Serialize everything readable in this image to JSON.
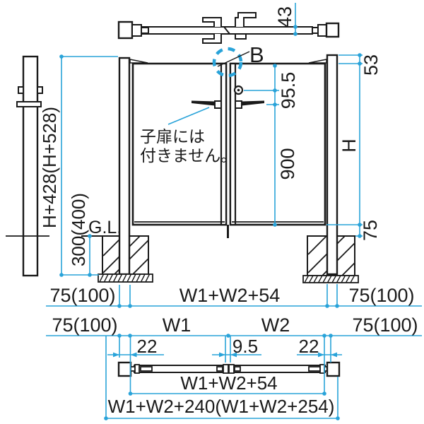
{
  "colors": {
    "ink": "#1a1a1a",
    "dim": "#29a3d9",
    "bg": "#ffffff"
  },
  "top_view": {
    "frame_depth": "43"
  },
  "elevation": {
    "detail_marker": "B",
    "post_cap_height": "53",
    "handle_top_offset": "95.5",
    "handle_bottom_span": "900",
    "gate_height": "H",
    "ground_clearance": "75",
    "post_overall_height": "H+428(H+528)",
    "embed_depth": "300(400)",
    "ground_line": "G.L.",
    "note_line1": "子扉には",
    "note_line2": "付きません。"
  },
  "width_dims": {
    "row1_left": "75(100)",
    "row1_center": "W1+W2+54",
    "row1_right": "75(100)",
    "row2_left": "75(100)",
    "row2_w1": "W1",
    "row2_w2": "W2",
    "row2_right": "75(100)"
  },
  "plan_view": {
    "hinge_offset_left": "22",
    "center_gap": "9.5",
    "hinge_offset_right": "22",
    "inner_width": "W1+W2+54",
    "overall_width": "W1+W2+240(W1+W2+254)"
  }
}
